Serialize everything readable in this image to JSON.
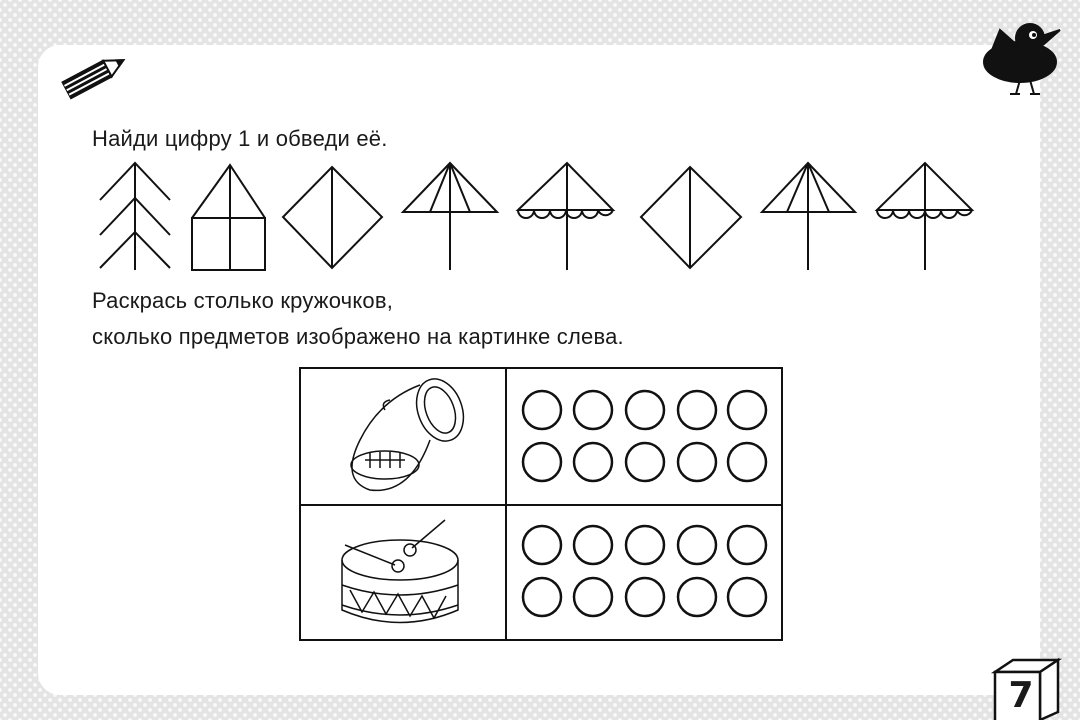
{
  "task1": {
    "instruction": "Найди цифру 1 и обведи её.",
    "figures": [
      "tree",
      "house",
      "diamond",
      "umbrella-ribs",
      "umbrella-scalloped",
      "diamond",
      "umbrella-ribs",
      "umbrella-scalloped"
    ]
  },
  "task2": {
    "instruction_line1": "Раскрась столько кружочков,",
    "instruction_line2": "сколько предметов изображено на картинке слева.",
    "rows": [
      {
        "picture": "tuba",
        "circles": 10
      },
      {
        "picture": "drum",
        "circles": 10
      }
    ]
  },
  "page_number": "7",
  "icons": [
    "pencil-icon",
    "crow-icon",
    "cube-icon"
  ]
}
